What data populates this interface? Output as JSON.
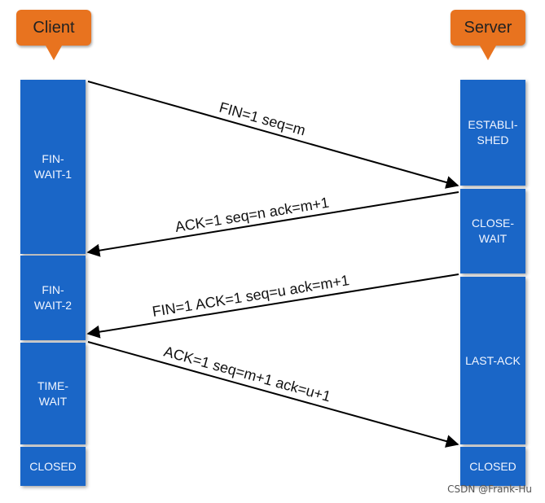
{
  "client_label": "Client",
  "server_label": "Server",
  "colors": {
    "state_fill": "#1a66c7",
    "callout_fill": "#e8731f",
    "arrow": "#000000"
  },
  "client_states": [
    "FIN-\nWAIT-1",
    "FIN-\nWAIT-2",
    "TIME-\nWAIT",
    "CLOSED"
  ],
  "server_states": [
    "ESTABLI-\nSHED",
    "CLOSE-\nWAIT",
    "LAST-ACK",
    "CLOSED"
  ],
  "messages": [
    "FIN=1  seq=m",
    "ACK=1   seq=n  ack=m+1",
    "FIN=1  ACK=1  seq=u  ack=m+1",
    "ACK=1   seq=m+1   ack=u+1"
  ],
  "watermark": "CSDN @Frank-Hu"
}
